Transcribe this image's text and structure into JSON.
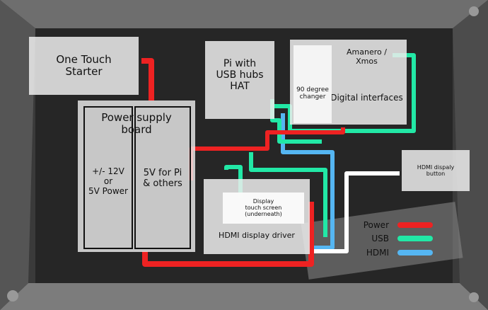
{
  "diagram": {
    "blocks": {
      "one_touch": "One Touch\nStarter",
      "pi": "Pi with\nUSB hubs\nHAT",
      "amanero": "Amanero /\nXmos",
      "changer": "90 degree\nchanger",
      "digital": "Digital interfaces",
      "psu": "Power supply\nboard",
      "psu_left": "+/- 12V\nor\n5V Power",
      "psu_right": "5V for Pi\n& others",
      "hdmi_button": "HDMI dispaly\nbutton",
      "touch": "Display\ntouch screen\n(underneath)",
      "hdmi_driver": "HDMI display driver"
    },
    "legend": [
      {
        "label": "Power",
        "color": "#ee2222"
      },
      {
        "label": "USB",
        "color": "#22e8a6"
      },
      {
        "label": "HDMI",
        "color": "#55b6f2"
      }
    ],
    "wire_colors": {
      "power": "#ee2222",
      "usb": "#22e8a6",
      "hdmi": "#55b6f2",
      "display": "#ffffff"
    }
  }
}
